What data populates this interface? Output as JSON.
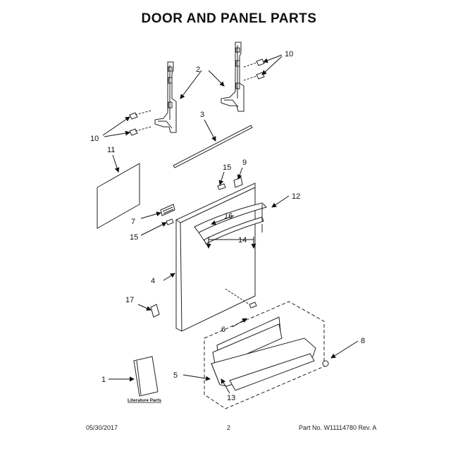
{
  "title": "DOOR AND PANEL PARTS",
  "callouts": {
    "c1": "1",
    "c2": "2",
    "c3": "3",
    "c4": "4",
    "c5": "5",
    "c6": "6",
    "c7": "7",
    "c8": "8",
    "c9": "9",
    "c10a": "10",
    "c10b": "10",
    "c11": "11",
    "c12": "12",
    "c13": "13",
    "c14": "14",
    "c15a": "15",
    "c15b": "15",
    "c16": "16",
    "c17": "17"
  },
  "literature_label": "Literature Parts",
  "footer": {
    "date": "05/30/2017",
    "page": "2",
    "part_no": "Part No. W11114780  Rev. A"
  }
}
